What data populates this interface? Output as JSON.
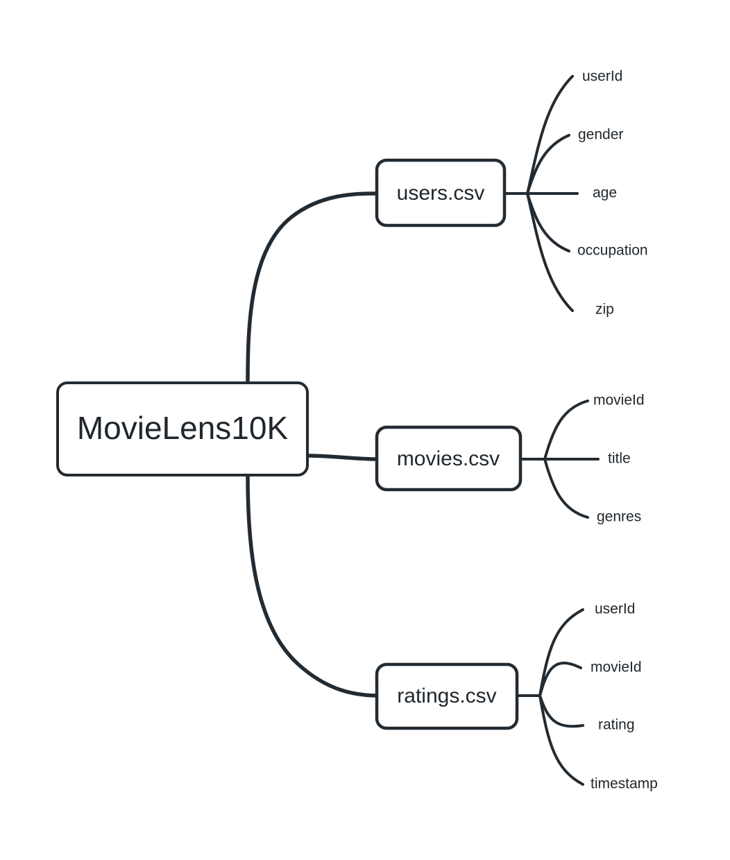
{
  "diagram": {
    "type": "mindmap",
    "background_color": "#ffffff",
    "stroke_color": "#232b32",
    "text_color": "#1f262c",
    "root": {
      "label": "MovieLens10K"
    },
    "branches": [
      {
        "id": "users",
        "label": "users.csv",
        "fields": [
          {
            "label": "userId"
          },
          {
            "label": "gender"
          },
          {
            "label": "age"
          },
          {
            "label": "occupation"
          },
          {
            "label": "zip"
          }
        ]
      },
      {
        "id": "movies",
        "label": "movies.csv",
        "fields": [
          {
            "label": "movieId"
          },
          {
            "label": "title"
          },
          {
            "label": "genres"
          }
        ]
      },
      {
        "id": "ratings",
        "label": "ratings.csv",
        "fields": [
          {
            "label": "userId"
          },
          {
            "label": "movieId"
          },
          {
            "label": "rating"
          },
          {
            "label": "timestamp"
          }
        ]
      }
    ]
  }
}
